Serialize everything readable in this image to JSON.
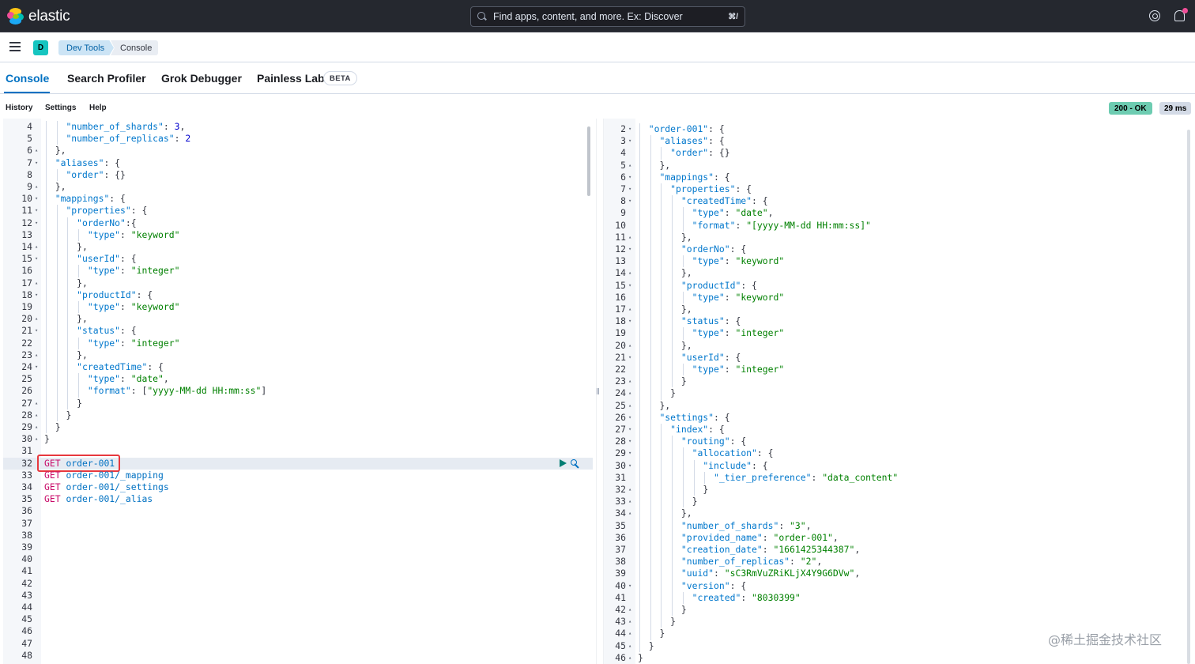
{
  "header": {
    "brand": "elastic",
    "search": {
      "placeholder": "Find apps, content, and more. Ex: Discover",
      "shortcut": "⌘/"
    },
    "icons": [
      "help-icon",
      "newsfeed-icon"
    ]
  },
  "nav": {
    "space_initial": "D",
    "breadcrumbs": [
      "Dev Tools",
      "Console"
    ]
  },
  "tabs": [
    {
      "label": "Console",
      "active": true
    },
    {
      "label": "Search Profiler"
    },
    {
      "label": "Grok Debugger"
    },
    {
      "label": "Painless Lab",
      "badge": "BETA"
    }
  ],
  "console_menu": [
    "History",
    "Settings",
    "Help"
  ],
  "response": {
    "status": "200 - OK",
    "time": "29 ms"
  },
  "colors": {
    "accent": "#0071c2",
    "status_ok": "#6dccb1",
    "request_method": "#c80a68",
    "highlight": "#e7383e"
  },
  "request_editor": {
    "lines": [
      {
        "n": "4",
        "fold": "",
        "d": 2,
        "code": "\"number_of_shards\": 3,"
      },
      {
        "n": "5",
        "fold": "",
        "d": 2,
        "code": "\"number_of_replicas\": 2"
      },
      {
        "n": "6",
        "fold": "▴",
        "d": 1,
        "code": "},"
      },
      {
        "n": "7",
        "fold": "▾",
        "d": 1,
        "code": "\"aliases\": {"
      },
      {
        "n": "8",
        "fold": "",
        "d": 2,
        "code": "\"order\": {}"
      },
      {
        "n": "9",
        "fold": "▴",
        "d": 1,
        "code": "},"
      },
      {
        "n": "10",
        "fold": "▾",
        "d": 1,
        "code": "\"mappings\": {"
      },
      {
        "n": "11",
        "fold": "▾",
        "d": 2,
        "code": "\"properties\": {"
      },
      {
        "n": "12",
        "fold": "▾",
        "d": 3,
        "code": "\"orderNo\":{"
      },
      {
        "n": "13",
        "fold": "",
        "d": 4,
        "code": "\"type\": \"keyword\""
      },
      {
        "n": "14",
        "fold": "▴",
        "d": 3,
        "code": "},"
      },
      {
        "n": "15",
        "fold": "▾",
        "d": 3,
        "code": "\"userId\": {"
      },
      {
        "n": "16",
        "fold": "",
        "d": 4,
        "code": "\"type\": \"integer\""
      },
      {
        "n": "17",
        "fold": "▴",
        "d": 3,
        "code": "},"
      },
      {
        "n": "18",
        "fold": "▾",
        "d": 3,
        "code": "\"productId\": {"
      },
      {
        "n": "19",
        "fold": "",
        "d": 4,
        "code": "\"type\": \"keyword\""
      },
      {
        "n": "20",
        "fold": "▴",
        "d": 3,
        "code": "},"
      },
      {
        "n": "21",
        "fold": "▾",
        "d": 3,
        "code": "\"status\": {"
      },
      {
        "n": "22",
        "fold": "",
        "d": 4,
        "code": "\"type\": \"integer\""
      },
      {
        "n": "23",
        "fold": "▴",
        "d": 3,
        "code": "},"
      },
      {
        "n": "24",
        "fold": "▾",
        "d": 3,
        "code": "\"createdTime\": {"
      },
      {
        "n": "25",
        "fold": "",
        "d": 4,
        "code": "\"type\": \"date\","
      },
      {
        "n": "26",
        "fold": "",
        "d": 4,
        "code": "\"format\": [\"yyyy-MM-dd HH:mm:ss\"]"
      },
      {
        "n": "27",
        "fold": "▴",
        "d": 3,
        "code": "}"
      },
      {
        "n": "28",
        "fold": "▴",
        "d": 2,
        "code": "}"
      },
      {
        "n": "29",
        "fold": "▴",
        "d": 1,
        "code": "}"
      },
      {
        "n": "30",
        "fold": "▴",
        "d": 0,
        "code": "}"
      },
      {
        "n": "31",
        "fold": "",
        "d": 0,
        "code": ""
      },
      {
        "n": "32",
        "fold": "",
        "d": 0,
        "code": "GET order-001",
        "active": true
      },
      {
        "n": "33",
        "fold": "",
        "d": 0,
        "code": "GET order-001/_mapping"
      },
      {
        "n": "34",
        "fold": "",
        "d": 0,
        "code": "GET order-001/_settings"
      },
      {
        "n": "35",
        "fold": "",
        "d": 0,
        "code": "GET order-001/_alias"
      },
      {
        "n": "36",
        "fold": "",
        "d": 0,
        "code": ""
      },
      {
        "n": "37",
        "fold": "",
        "d": 0,
        "code": ""
      },
      {
        "n": "38",
        "fold": "",
        "d": 0,
        "code": ""
      },
      {
        "n": "39",
        "fold": "",
        "d": 0,
        "code": ""
      },
      {
        "n": "40",
        "fold": "",
        "d": 0,
        "code": ""
      },
      {
        "n": "41",
        "fold": "",
        "d": 0,
        "code": ""
      },
      {
        "n": "42",
        "fold": "",
        "d": 0,
        "code": ""
      },
      {
        "n": "43",
        "fold": "",
        "d": 0,
        "code": ""
      },
      {
        "n": "44",
        "fold": "",
        "d": 0,
        "code": ""
      },
      {
        "n": "45",
        "fold": "",
        "d": 0,
        "code": ""
      },
      {
        "n": "46",
        "fold": "",
        "d": 0,
        "code": ""
      },
      {
        "n": "47",
        "fold": "",
        "d": 0,
        "code": ""
      },
      {
        "n": "48",
        "fold": "",
        "d": 0,
        "code": ""
      }
    ]
  },
  "response_editor": {
    "lines": [
      {
        "n": "2",
        "fold": "▾",
        "d": 1,
        "code": "\"order-001\": {"
      },
      {
        "n": "3",
        "fold": "▾",
        "d": 2,
        "code": "\"aliases\": {"
      },
      {
        "n": "4",
        "fold": "",
        "d": 3,
        "code": "\"order\": {}"
      },
      {
        "n": "5",
        "fold": "▴",
        "d": 2,
        "code": "},"
      },
      {
        "n": "6",
        "fold": "▾",
        "d": 2,
        "code": "\"mappings\": {"
      },
      {
        "n": "7",
        "fold": "▾",
        "d": 3,
        "code": "\"properties\": {"
      },
      {
        "n": "8",
        "fold": "▾",
        "d": 4,
        "code": "\"createdTime\": {"
      },
      {
        "n": "9",
        "fold": "",
        "d": 5,
        "code": "\"type\": \"date\","
      },
      {
        "n": "10",
        "fold": "",
        "d": 5,
        "code": "\"format\": \"[yyyy-MM-dd HH:mm:ss]\""
      },
      {
        "n": "11",
        "fold": "▴",
        "d": 4,
        "code": "},"
      },
      {
        "n": "12",
        "fold": "▾",
        "d": 4,
        "code": "\"orderNo\": {"
      },
      {
        "n": "13",
        "fold": "",
        "d": 5,
        "code": "\"type\": \"keyword\""
      },
      {
        "n": "14",
        "fold": "▴",
        "d": 4,
        "code": "},"
      },
      {
        "n": "15",
        "fold": "▾",
        "d": 4,
        "code": "\"productId\": {"
      },
      {
        "n": "16",
        "fold": "",
        "d": 5,
        "code": "\"type\": \"keyword\""
      },
      {
        "n": "17",
        "fold": "▴",
        "d": 4,
        "code": "},"
      },
      {
        "n": "18",
        "fold": "▾",
        "d": 4,
        "code": "\"status\": {"
      },
      {
        "n": "19",
        "fold": "",
        "d": 5,
        "code": "\"type\": \"integer\""
      },
      {
        "n": "20",
        "fold": "▴",
        "d": 4,
        "code": "},"
      },
      {
        "n": "21",
        "fold": "▾",
        "d": 4,
        "code": "\"userId\": {"
      },
      {
        "n": "22",
        "fold": "",
        "d": 5,
        "code": "\"type\": \"integer\""
      },
      {
        "n": "23",
        "fold": "▴",
        "d": 4,
        "code": "}"
      },
      {
        "n": "24",
        "fold": "▴",
        "d": 3,
        "code": "}"
      },
      {
        "n": "25",
        "fold": "▴",
        "d": 2,
        "code": "},"
      },
      {
        "n": "26",
        "fold": "▾",
        "d": 2,
        "code": "\"settings\": {"
      },
      {
        "n": "27",
        "fold": "▾",
        "d": 3,
        "code": "\"index\": {"
      },
      {
        "n": "28",
        "fold": "▾",
        "d": 4,
        "code": "\"routing\": {"
      },
      {
        "n": "29",
        "fold": "▾",
        "d": 5,
        "code": "\"allocation\": {"
      },
      {
        "n": "30",
        "fold": "▾",
        "d": 6,
        "code": "\"include\": {"
      },
      {
        "n": "31",
        "fold": "",
        "d": 7,
        "code": "\"_tier_preference\": \"data_content\""
      },
      {
        "n": "32",
        "fold": "▴",
        "d": 6,
        "code": "}"
      },
      {
        "n": "33",
        "fold": "▴",
        "d": 5,
        "code": "}"
      },
      {
        "n": "34",
        "fold": "▴",
        "d": 4,
        "code": "},"
      },
      {
        "n": "35",
        "fold": "",
        "d": 4,
        "code": "\"number_of_shards\": \"3\","
      },
      {
        "n": "36",
        "fold": "",
        "d": 4,
        "code": "\"provided_name\": \"order-001\","
      },
      {
        "n": "37",
        "fold": "",
        "d": 4,
        "code": "\"creation_date\": \"1661425344387\","
      },
      {
        "n": "38",
        "fold": "",
        "d": 4,
        "code": "\"number_of_replicas\": \"2\","
      },
      {
        "n": "39",
        "fold": "",
        "d": 4,
        "code": "\"uuid\": \"sC3RmVuZRiKLjX4Y9G6DVw\","
      },
      {
        "n": "40",
        "fold": "▾",
        "d": 4,
        "code": "\"version\": {"
      },
      {
        "n": "41",
        "fold": "",
        "d": 5,
        "code": "\"created\": \"8030399\""
      },
      {
        "n": "42",
        "fold": "▴",
        "d": 4,
        "code": "}"
      },
      {
        "n": "43",
        "fold": "▴",
        "d": 3,
        "code": "}"
      },
      {
        "n": "44",
        "fold": "▴",
        "d": 2,
        "code": "}"
      },
      {
        "n": "45",
        "fold": "▴",
        "d": 1,
        "code": "}"
      },
      {
        "n": "46",
        "fold": "▴",
        "d": 0,
        "code": "}"
      }
    ]
  },
  "watermark": "@稀土掘金技术社区"
}
